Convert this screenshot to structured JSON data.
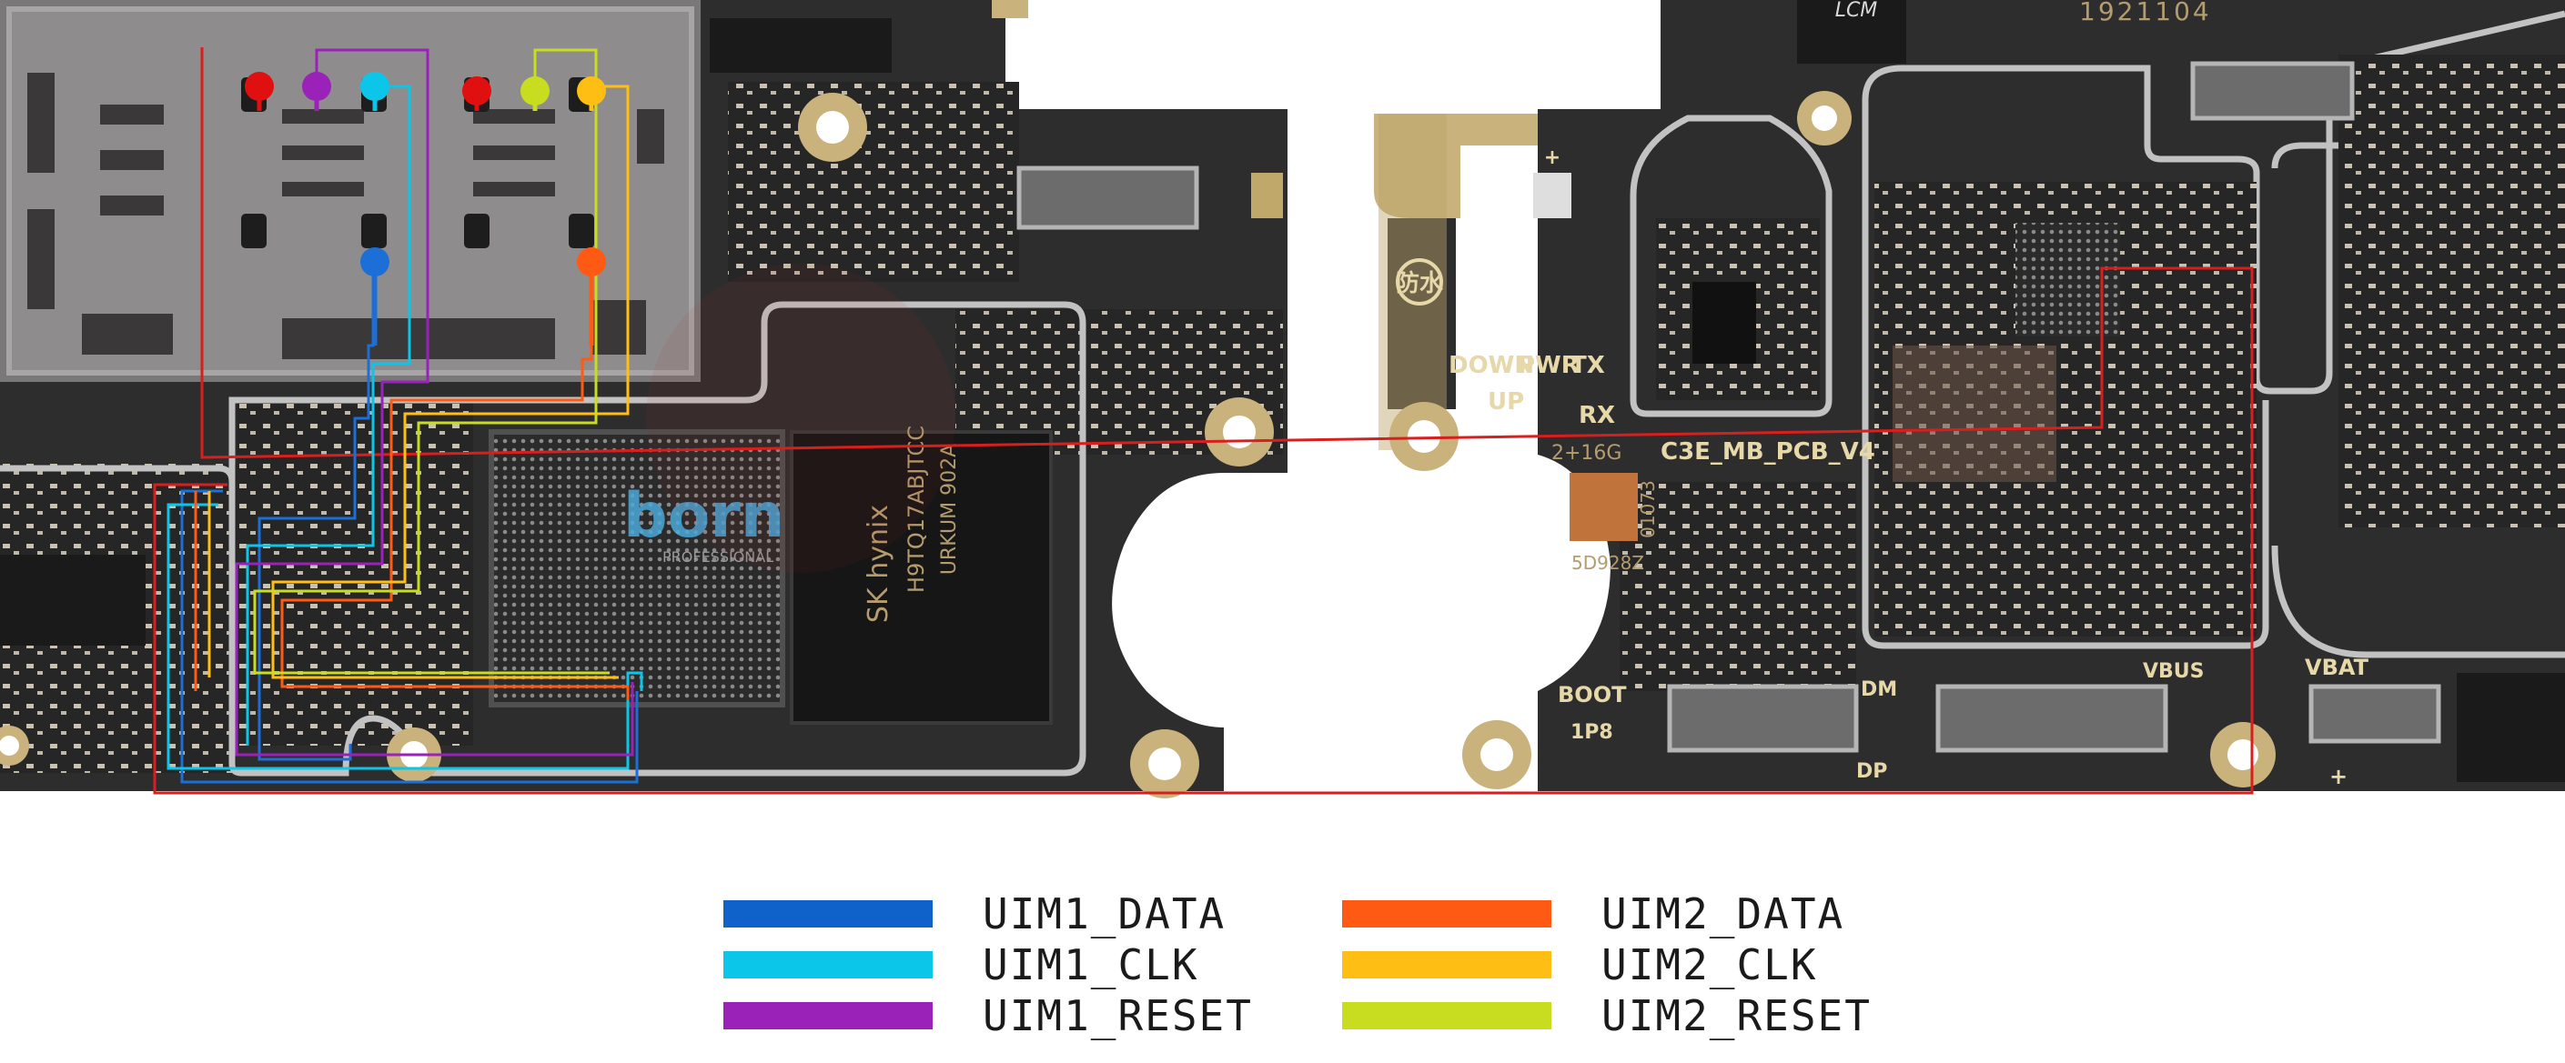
{
  "board": {
    "silkscreen": {
      "date_code": "1921104",
      "lcm": "LCM",
      "down": "DOWN",
      "pwr": "PWR",
      "tx": "TX",
      "up": "UP",
      "rx": "RX",
      "mem": "2+16G",
      "pcb_name": "C3E_MB_PCB_V4",
      "serial": "5D928Z",
      "serial2": "01073",
      "boot": "BOOT",
      "dm": "DM",
      "dp": "DP",
      "vbus": "VBUS",
      "vbat": "VBAT",
      "1p8": "1P8",
      "waterproof": "防水",
      "plus": "+",
      "emmc_brand": "SK hynix",
      "emmc_part": "H9TQ17ABJTCC",
      "emmc_code": "URKUM  902A",
      "watermark": "born",
      "watermark_sub": "PROFESSIONAL"
    }
  },
  "legend": {
    "items": [
      {
        "label": "UIM1_DATA",
        "color": "#0f62c9"
      },
      {
        "label": "UIM1_CLK",
        "color": "#0bc6e8"
      },
      {
        "label": "UIM1_RESET",
        "color": "#9a22b8"
      },
      {
        "label": "UIM2_DATA",
        "color": "#ff5a14"
      },
      {
        "label": "UIM2_CLK",
        "color": "#ffbe14"
      },
      {
        "label": "UIM2_RESET",
        "color": "#c8dc20"
      }
    ]
  }
}
